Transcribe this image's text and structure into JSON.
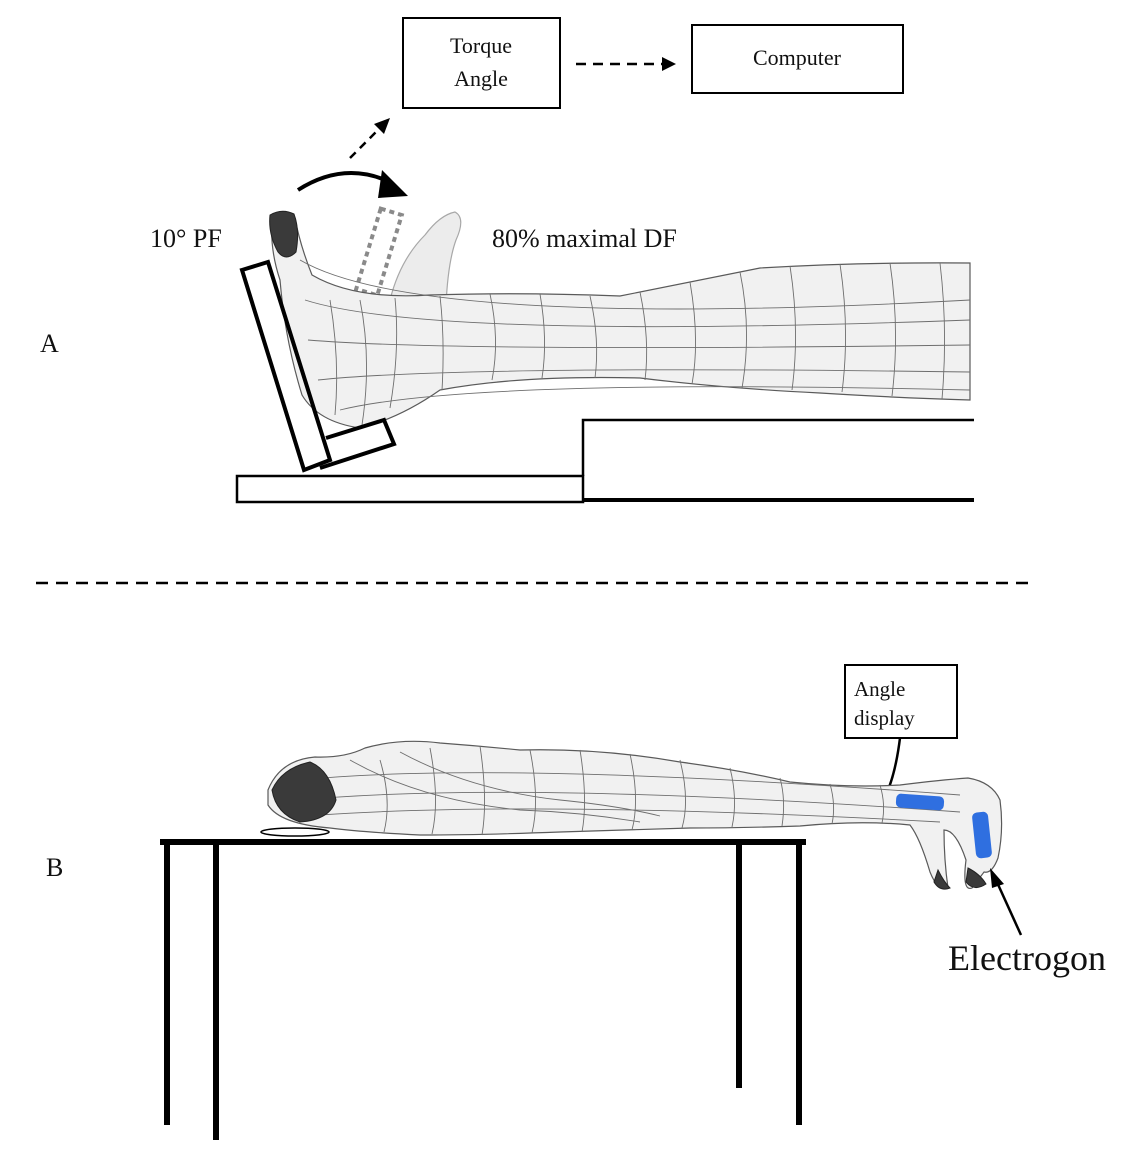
{
  "panel_a": {
    "label": "A",
    "torque_box": {
      "line1": "Torque",
      "line2": "Angle"
    },
    "computer_box": "Computer",
    "start_label": "10° PF",
    "end_label": "80% maximal DF"
  },
  "panel_b": {
    "label": "B",
    "angle_display_box": {
      "line1": "Angle",
      "line2": "display"
    },
    "sensor_label": "Electrogon"
  },
  "colors": {
    "sensor_blue": "#2f6fe0",
    "divider": "#000000"
  }
}
